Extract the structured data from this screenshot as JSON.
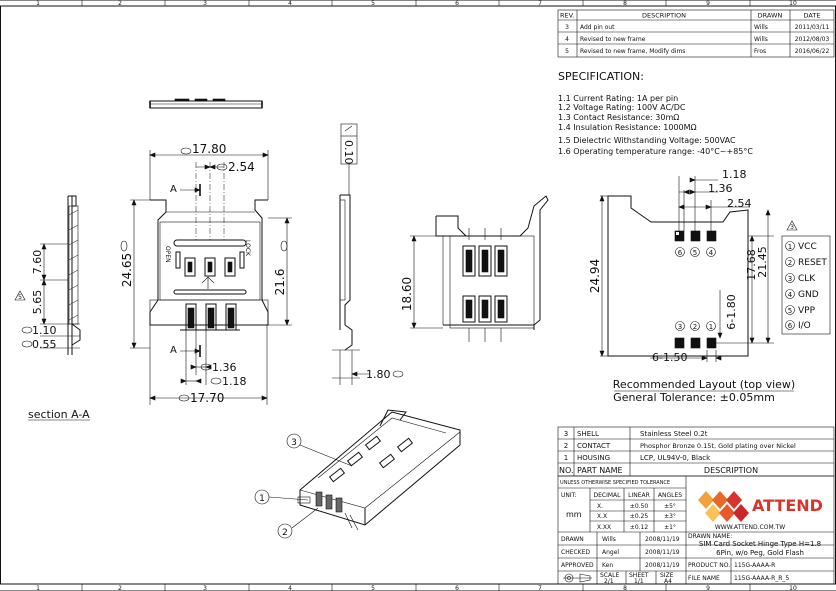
{
  "border": {
    "columns_top": [
      "1",
      "2",
      "3",
      "4",
      "5",
      "6",
      "7",
      "8",
      "9",
      "10"
    ],
    "columns_bottom": [
      "1",
      "2",
      "3",
      "4",
      "5",
      "6",
      "7",
      "8",
      "9",
      "10"
    ]
  },
  "revision": {
    "headers": {
      "rev": "REV.",
      "description": "DESCRIPTION",
      "drawn": "DRAWN",
      "date": "DATE"
    },
    "rows": [
      {
        "rev": "3",
        "description": "Add pin out",
        "drawn": "Wills",
        "date": "2011/03/11"
      },
      {
        "rev": "4",
        "description": "Revised to new frame",
        "drawn": "Wills",
        "date": "2012/08/03"
      },
      {
        "rev": "5",
        "description": "Revised to new frame, Modify dims",
        "drawn": "Fros",
        "date": "2016/06/22"
      }
    ]
  },
  "spec": {
    "title": "SPECIFICATION:",
    "lines": [
      "1.1  Current Rating:  1A per pin",
      "1.2  Voltage Rating:  100V AC/DC",
      "1.3  Contact Resistance:  30mΩ",
      "1.4  Insulation Resistance:  1000MΩ",
      "1.5  Dielectric Withstanding Voltage:  500VAC",
      "1.6  Operating temperature range:  -40°C~+85°C"
    ]
  },
  "front_view": {
    "dim_width_top": "17.80",
    "dim_pin_pitch": "2.54",
    "dim_height": "24.65",
    "dim_right": "21.6",
    "dim_upper": "7.60",
    "dim_lower": "5.65",
    "dim_thk1": "1.10",
    "dim_thk2": "0.55",
    "dim_pin_w": "1.36",
    "dim_pin_gap": "1.18",
    "dim_width_bottom": "17.70",
    "section_mark_top": "A",
    "section_mark_bottom": "A",
    "lock_text": "LOCK",
    "open_text": "OPEN",
    "rev_triangle": "5"
  },
  "side_view": {
    "flatness": "0.10",
    "dim_height": "18.60",
    "dim_bottom": "1.80"
  },
  "section_label": "section A-A",
  "layout": {
    "dim_1": "1.18",
    "dim_2": "1.36",
    "dim_3": "2.54",
    "dim_height": "24.94",
    "dim_21": "21.45",
    "dim_17": "17.68",
    "dim_pad_h": "6-1.80",
    "dim_pad_w": "6-1.50",
    "pins_top": [
      "6",
      "5",
      "4"
    ],
    "pins_bottom": [
      "3",
      "2",
      "1"
    ],
    "rev_triangle": "3",
    "caption": "Recommended Layout (top view)",
    "tolerance": "General Tolerance: ±0.05mm"
  },
  "pinout": [
    {
      "num": "1",
      "name": "VCC"
    },
    {
      "num": "2",
      "name": "RESET"
    },
    {
      "num": "3",
      "name": "CLK"
    },
    {
      "num": "4",
      "name": "GND"
    },
    {
      "num": "5",
      "name": "VPP"
    },
    {
      "num": "6",
      "name": "I/O"
    }
  ],
  "iso_callouts": [
    "1",
    "2",
    "3"
  ],
  "bom": {
    "rows": [
      {
        "no": "3",
        "part": "SHELL",
        "desc": "Stainless Steel 0.2t"
      },
      {
        "no": "2",
        "part": "CONTACT",
        "desc": "Phosphor Bronze 0.15t, Gold plating over Nickel"
      },
      {
        "no": "1",
        "part": "HOUSING",
        "desc": "LCP, UL94V-0, Black"
      }
    ],
    "header_no": "NO.",
    "header_part": "PART NAME",
    "header_desc": "DESCRIPTION"
  },
  "titleblock": {
    "tolerance_title": "UNLESS OTHERWISE SPECIFIED TOLERANCE",
    "unit_label": "UNIT:",
    "unit": "mm",
    "tol_headers": [
      "DECIMAL",
      "LINEAR",
      "ANGLES"
    ],
    "tol_rows": [
      [
        "X.",
        "±0.50",
        "±5°"
      ],
      [
        "X.X",
        "±0.25",
        "±3°"
      ],
      [
        "X.XX",
        "±0.12",
        "±1°"
      ]
    ],
    "company": "ATTEND",
    "website": "WWW.ATTEND.COM.TW",
    "drawn_label": "DRAWN",
    "drawn_by": "Wills",
    "drawn_date": "2008/11/19",
    "checked_label": "CHECKED",
    "checked_by": "Angel",
    "checked_date": "2008/11/19",
    "approved_label": "APPROVED",
    "approved_by": "Ken",
    "approved_date": "2008/11/19",
    "drawn_name_label": "DRAWN NAME:",
    "drawn_name_1": "SIM Card Socket Hinge Type H=1.8",
    "drawn_name_2": "6Pin, w/o Peg, Gold Flash",
    "product_no_label": "PRODUCT NO.",
    "product_no": "115G-AAAA-R",
    "scale_label": "SCALE",
    "scale": "2/1",
    "sheet_label": "SHEET",
    "sheet": "1/1",
    "size_label": "SIZE",
    "size": "A4",
    "file_name_label": "FILE NAME",
    "file_name": "115G-AAAA-R_R_5"
  }
}
